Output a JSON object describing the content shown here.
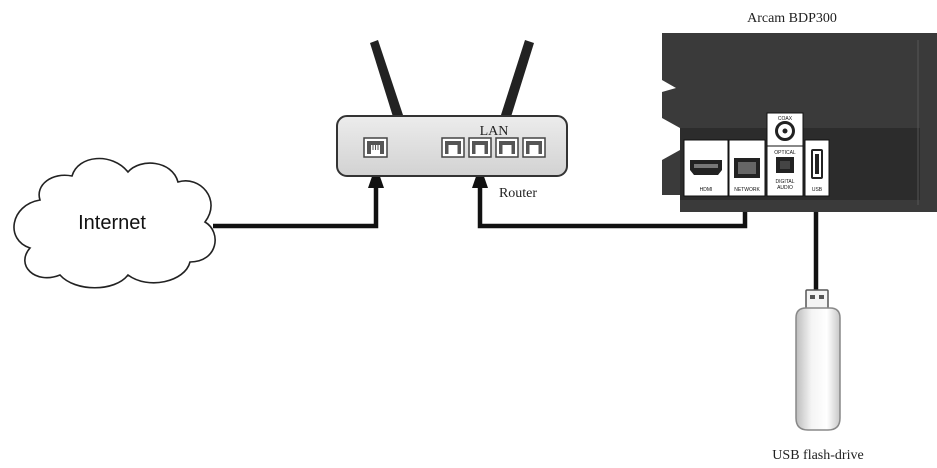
{
  "labels": {
    "internet": "Internet",
    "lan": "LAN",
    "router": "Router",
    "device": "Arcam BDP300",
    "usb_flash_drive": "USB flash-drive"
  },
  "player_ports": {
    "coax": "COAX",
    "hdmi": "HDMI",
    "network": "NETWORK",
    "optical": "OPTICAL",
    "digital_audio_line1": "DIGITAL",
    "digital_audio_line2": "AUDIO",
    "usb": "USB"
  },
  "colors": {
    "line": "#111111",
    "device_body": "#3a3a3a",
    "device_panel": "#2c2c2c",
    "router_body": "#dddddd",
    "port_fill": "#555555",
    "flash_body": "#eeeeee"
  },
  "icons": {
    "cloud": "cloud-icon",
    "router": "router-icon",
    "rj45": "ethernet-port-icon",
    "usb_drive": "usb-drive-icon"
  }
}
